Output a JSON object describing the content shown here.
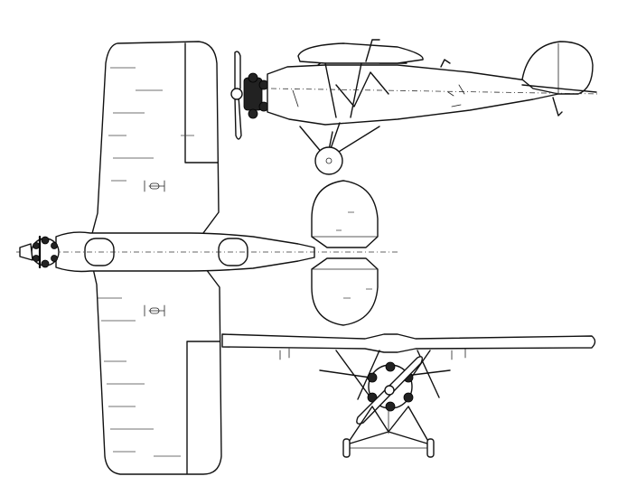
{
  "drawing": {
    "views": [
      "side-view",
      "plan-view",
      "front-view"
    ],
    "line_color": "#111111",
    "background": "#ffffff"
  }
}
